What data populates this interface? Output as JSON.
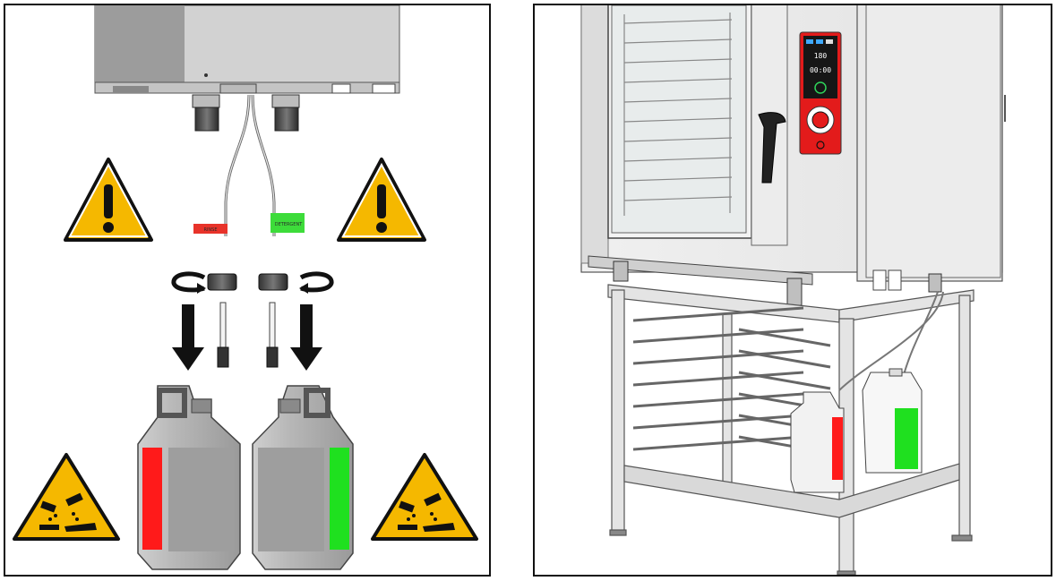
{
  "left_panel": {
    "warning_signs": [
      "exclamation-warning",
      "exclamation-warning"
    ],
    "corrosive_signs": [
      "corrosive-hazard",
      "corrosive-hazard"
    ],
    "hose_tags": [
      {
        "color": "#e8332a",
        "label": "RINSE"
      },
      {
        "color": "#3ddc3a",
        "label": "DETERGENT"
      }
    ],
    "canisters": [
      {
        "label_color": "#ff1a1a"
      },
      {
        "label_color": "#1fe01f"
      }
    ]
  },
  "right_panel": {
    "display": {
      "temperature": "180",
      "time": "00:00"
    },
    "canisters": [
      {
        "label_color": "#ff1a1a"
      },
      {
        "label_color": "#1fe01f"
      }
    ]
  }
}
